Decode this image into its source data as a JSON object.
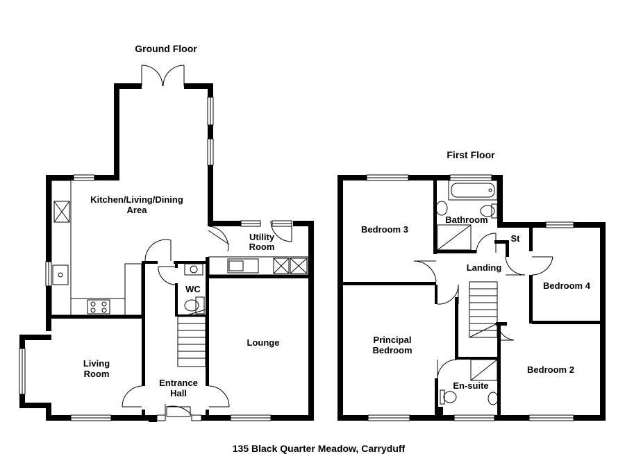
{
  "floors": {
    "ground": {
      "title": "Ground Floor",
      "rooms": {
        "kitchen_line1": "Kitchen/Living/Dining",
        "kitchen_line2": "Area",
        "utility_line1": "Utility",
        "utility_line2": "Room",
        "wc": "WC",
        "lounge": "Lounge",
        "living_line1": "Living",
        "living_line2": "Room",
        "hall_line1": "Entrance",
        "hall_line2": "Hall"
      }
    },
    "first": {
      "title": "First Floor",
      "rooms": {
        "bedroom3": "Bedroom 3",
        "bathroom": "Bathroom",
        "store": "St",
        "landing": "Landing",
        "bedroom4": "Bedroom 4",
        "principal_line1": "Principal",
        "principal_line2": "Bedroom",
        "ensuite": "En-suite",
        "bedroom2": "Bedroom 2"
      }
    }
  },
  "address": "135 Black Quarter Meadow, Carryduff"
}
